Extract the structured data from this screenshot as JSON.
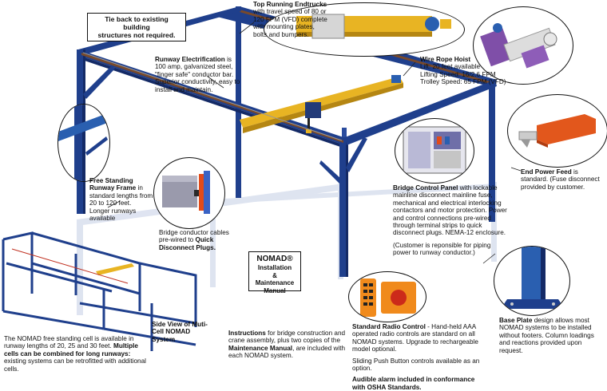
{
  "notice": {
    "line1": "Tie back to existing building",
    "line2": "structures not required."
  },
  "endtrucks": {
    "title": "Top Running Endtrucks",
    "text": " with travel speed of 80 or 120 FPM (VFD) complete with mounting plates, bolts and bumpers."
  },
  "hoist": {
    "title": "Wire Rope Hoist",
    "lift": "Lift: 20 feet available",
    "lifting": "Lifting Speed: 16/2.6 FPM",
    "trolley": "Trolley Speed: 65 FPM (VFD)"
  },
  "electrification": {
    "title": "Runway Electrification",
    "text": " is 100 amp, galvanized steel, \"finger safe\" conductor bar. Superior conductivity, easy to install and maintain."
  },
  "frame": {
    "title": "Free Standing Runway Frame",
    "text": " in standard lengths from 20 to 120 feet. Longer runways available"
  },
  "conductor": {
    "text": "Bridge conductor cables pre-wired to ",
    "bold": "Quick Disconnect Plugs."
  },
  "control_panel": {
    "title": "Bridge Control Panel",
    "text": " with lockable mainline disconnect mainline fuse, mechanical and electrical interlocking contactors and motor protection.  Power and control connections pre-wired through terminal strips to quick disconnect plugs.  NEMA-12 enclosure.",
    "note": "(Customer is reponsible for piping power to runway conductor.)"
  },
  "power_feed": {
    "title": "End Power Feed",
    "text": " is standard. (Fuse disconnect provided by customer."
  },
  "manual": {
    "title": "NOMAD®",
    "sub1": "Installation",
    "sub2": "& Maintenance",
    "sub3": "Manual"
  },
  "side_view": {
    "line1": "Side View of Muti-",
    "line2": "Cell NOMAD",
    "line3": "System"
  },
  "nomad_cell": {
    "text": "The NOMAD free standing cell is available in runway lengths of 20, 25 and 30 feet.",
    "bold": "Multiple cells can be combined for long runways:",
    "text2": "  existing systems can be retrofitted with additional cells."
  },
  "instructions": {
    "title": "Instructions",
    "text": " for bridge construction and crane assembly, plus two copies of the ",
    "bold": "Maintenance Manual",
    "text2": ", are included with each NOMAD system."
  },
  "radio": {
    "title": "Standard Radio Control",
    "text": " - Hand-held AAA operated radio controls are standard on all NOMAD systems.  Upgrade to rechargeable model optional.",
    "pendant": "Sliding Push Button controls available as an option.",
    "alarm": "Audible alarm included in conformance with OSHA Standards."
  },
  "base_plate": {
    "title": "Base Plate",
    "text": " design allows most NOMAD systems to be installed without footers.  Column loadings and reactions provided upon request."
  },
  "colors": {
    "steel": "#1f3f8c",
    "steel_dark": "#142a66",
    "bridge": "#e8b423",
    "bridge_dark": "#b58612",
    "feed": "#e2571c",
    "rail": "#7a4a2a"
  }
}
